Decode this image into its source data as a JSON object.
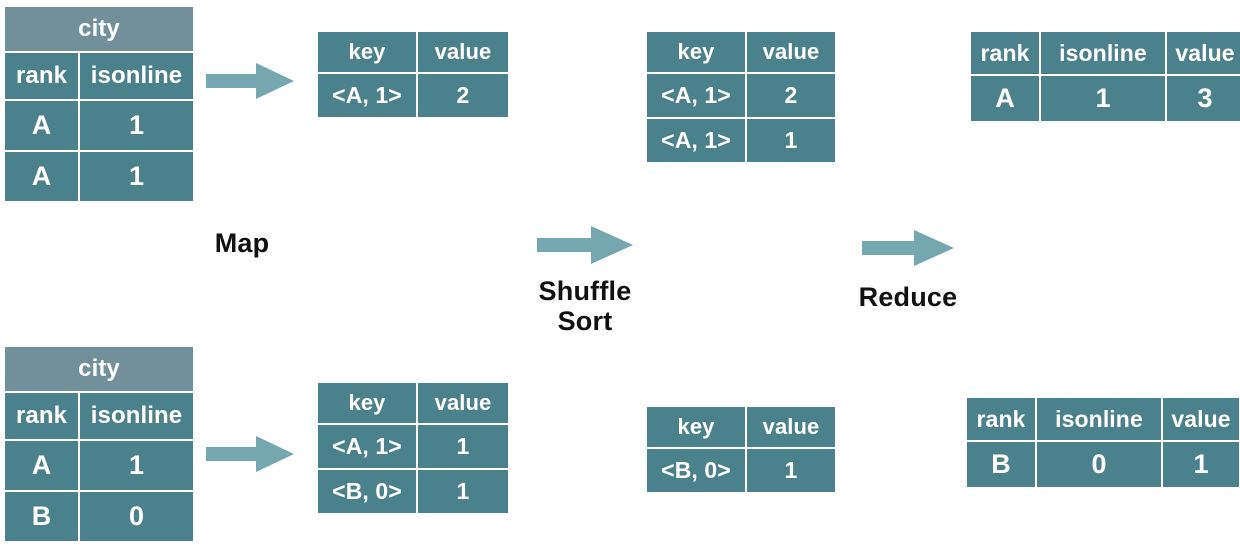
{
  "diagram": {
    "title": "MapReduce dataflow for city rank / isonline aggregation",
    "colors": {
      "cell": "#4b818d",
      "caption": "#71909a",
      "arrow": "#74a7b0",
      "text_on_cell": "#ffffff",
      "label_text": "#111111",
      "background": "#ffffff"
    }
  },
  "stages": [
    {
      "id": "map",
      "label": "Map"
    },
    {
      "id": "shuffle",
      "label": "Shuffle\nSort"
    },
    {
      "id": "reduce",
      "label": "Reduce"
    }
  ],
  "arrows": [
    {
      "id": "map-arrow-top",
      "name": "map-arrow-top"
    },
    {
      "id": "map-arrow-bottom",
      "name": "map-arrow-bottom"
    },
    {
      "id": "shuffle-arrow",
      "name": "shuffle-sort-arrow"
    },
    {
      "id": "reduce-arrow",
      "name": "reduce-arrow"
    }
  ],
  "tables": {
    "input_top": {
      "caption": "city",
      "headers": [
        "rank",
        "isonline"
      ],
      "rows": [
        [
          "A",
          "1"
        ],
        [
          "A",
          "1"
        ]
      ]
    },
    "input_bottom": {
      "caption": "city",
      "headers": [
        "rank",
        "isonline"
      ],
      "rows": [
        [
          "A",
          "1"
        ],
        [
          "B",
          "0"
        ]
      ]
    },
    "map_out_top": {
      "headers": [
        "key",
        "value"
      ],
      "rows": [
        [
          "<A, 1>",
          "2"
        ]
      ]
    },
    "map_out_bottom": {
      "headers": [
        "key",
        "value"
      ],
      "rows": [
        [
          "<A, 1>",
          "1"
        ],
        [
          "<B, 0>",
          "1"
        ]
      ]
    },
    "shuffle_out_top": {
      "headers": [
        "key",
        "value"
      ],
      "rows": [
        [
          "<A, 1>",
          "2"
        ],
        [
          "<A, 1>",
          "1"
        ]
      ]
    },
    "shuffle_out_bottom": {
      "headers": [
        "key",
        "value"
      ],
      "rows": [
        [
          "<B, 0>",
          "1"
        ]
      ]
    },
    "reduce_out_top": {
      "headers": [
        "rank",
        "isonline",
        "value"
      ],
      "rows": [
        [
          "A",
          "1",
          "3"
        ]
      ]
    },
    "reduce_out_bottom": {
      "headers": [
        "rank",
        "isonline",
        "value"
      ],
      "rows": [
        [
          "B",
          "0",
          "1"
        ]
      ]
    }
  }
}
